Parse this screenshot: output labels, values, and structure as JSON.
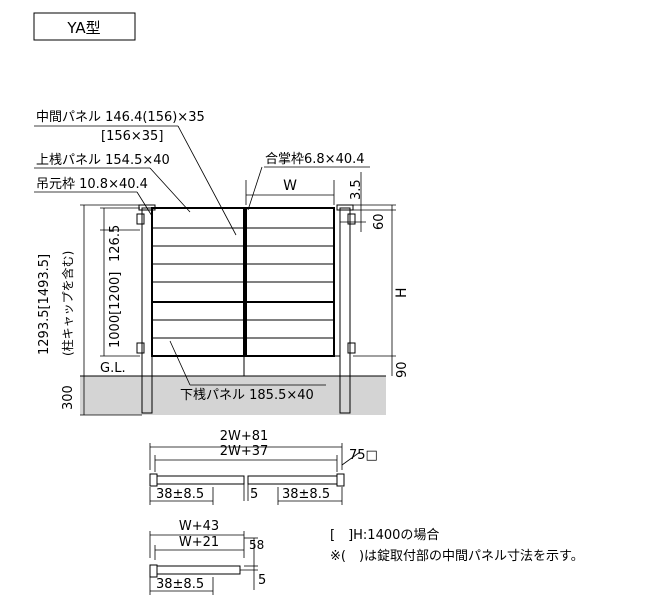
{
  "title": "YA型",
  "labels": {
    "middle_panel": "中間パネル 146.4(156)×35",
    "middle_panel_alt": "[156×35]",
    "top_rail_panel": "上桟パネル 154.5×40",
    "hanging_frame": "吊元枠 10.8×40.4",
    "meeting_frame": "合掌枠6.8×40.4",
    "bottom_rail_panel": "下桟パネル 185.5×40",
    "gl": "G.L."
  },
  "dimensions": {
    "w": "W",
    "h": "H",
    "d_3_5": "3.5",
    "d_60": "60",
    "d_90": "90",
    "d_300": "300",
    "d_126_5": "126.5",
    "gate_height": "1000[1200]",
    "post_height": "1293.5[1493.5]",
    "post_height_note": "(柱キャップを含む)",
    "plan_overall": "2W+81",
    "plan_inner": "2W+37",
    "plan_post": "75□",
    "plan_left_gap": "38±8.5",
    "plan_mid_gap": "5",
    "plan_right_gap": "38±8.5",
    "single_overall": "W+43",
    "single_inner": "W+21",
    "single_depth": "58",
    "single_left_gap": "38±8.5",
    "single_gap": "5"
  },
  "notes": {
    "note1": "[　]H:1400の場合",
    "note2": "※(　)は錠取付部の中間パネル寸法を示す。"
  },
  "colors": {
    "ground": "#d4d4d4",
    "line": "#000000"
  }
}
